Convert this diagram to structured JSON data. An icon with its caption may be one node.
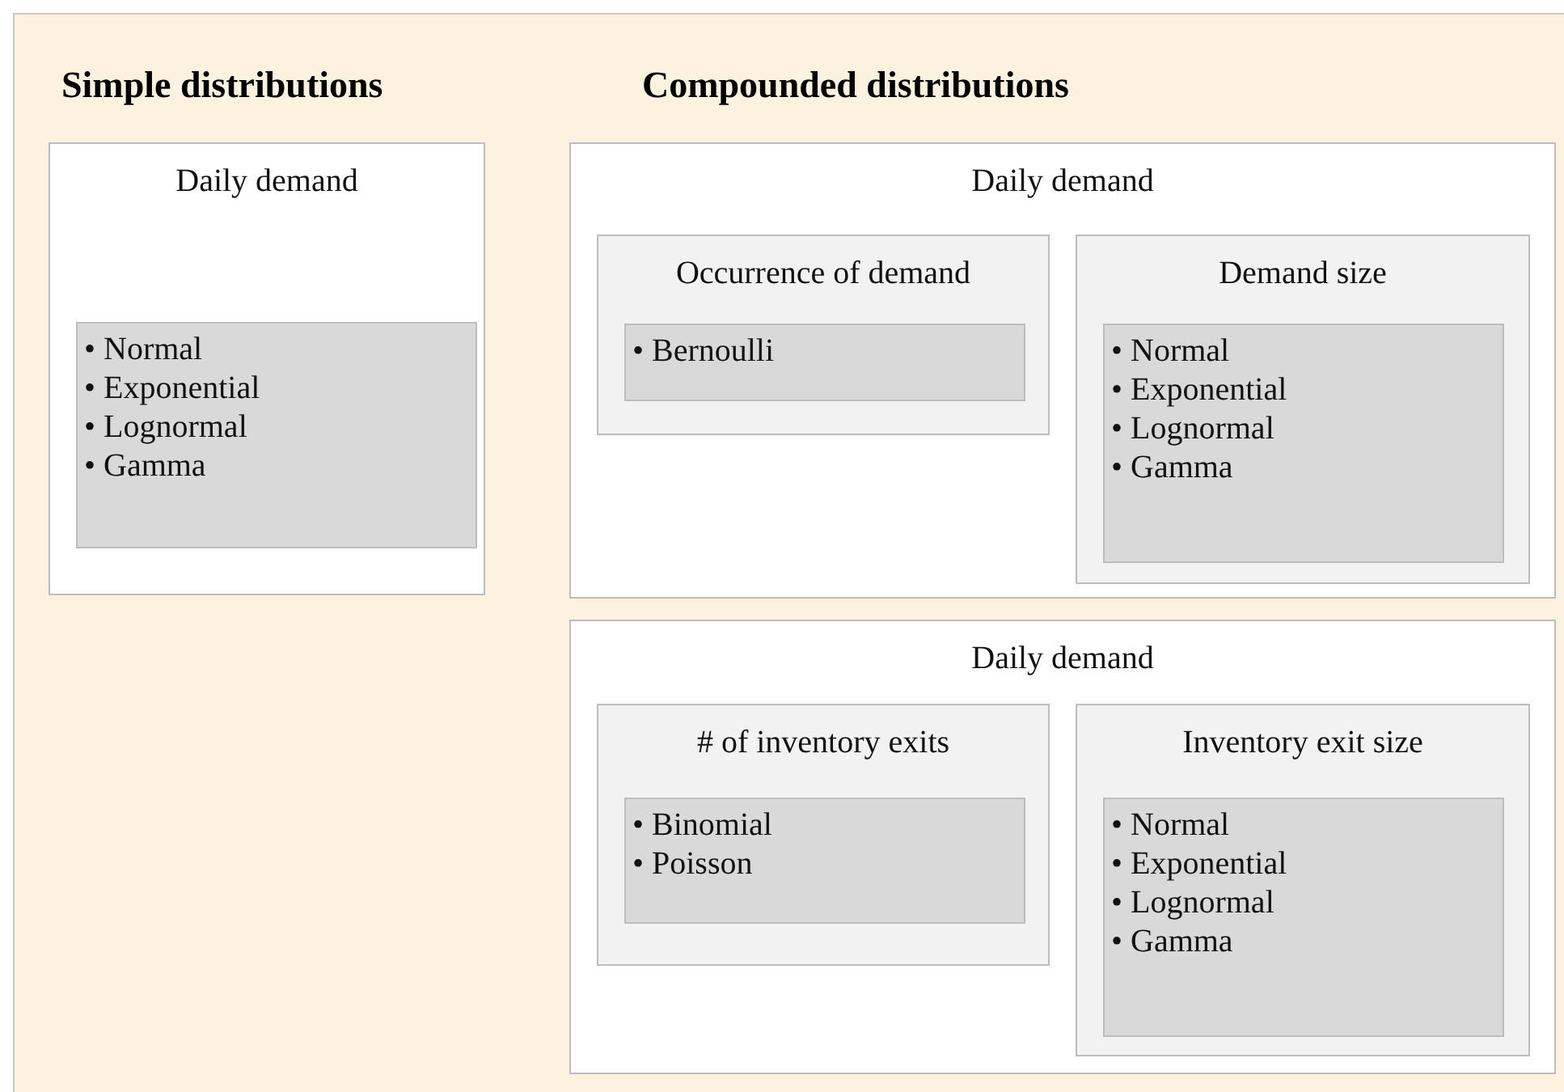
{
  "diagram": {
    "nodes": [
      {
        "text": [
          "Daily demand"
        ]
      },
      {
        "text": [
          "• Normal",
          "• Exponential",
          "• Lognormal",
          "• Gamma"
        ],
        "in": 0
      },
      {
        "text": [
          "Daily demand"
        ]
      },
      {
        "text": [
          "Occurrence of demand"
        ],
        "in": 2
      },
      {
        "text": [
          "• Bernoulli"
        ],
        "in": 3
      },
      {
        "text": [
          "Demand size"
        ],
        "in": 2
      },
      {
        "text": [
          "• Normal",
          "• Exponential",
          "• Lognormal",
          "• Gamma"
        ],
        "in": 5
      },
      {
        "text": [
          "Daily demand"
        ]
      },
      {
        "text": [
          "# of inventory exits"
        ],
        "in": 7
      },
      {
        "text": [
          "• Binomial",
          "• Poisson"
        ],
        "in": 8
      },
      {
        "text": [
          "Inventory exit size"
        ],
        "in": 7
      },
      {
        "text": [
          "• Normal",
          "• Exponential",
          "• Lognormal",
          "• Gamma"
        ],
        "in": 10
      }
    ],
    "labels": [
      "Simple distributions",
      "Compounded distributions"
    ]
  }
}
